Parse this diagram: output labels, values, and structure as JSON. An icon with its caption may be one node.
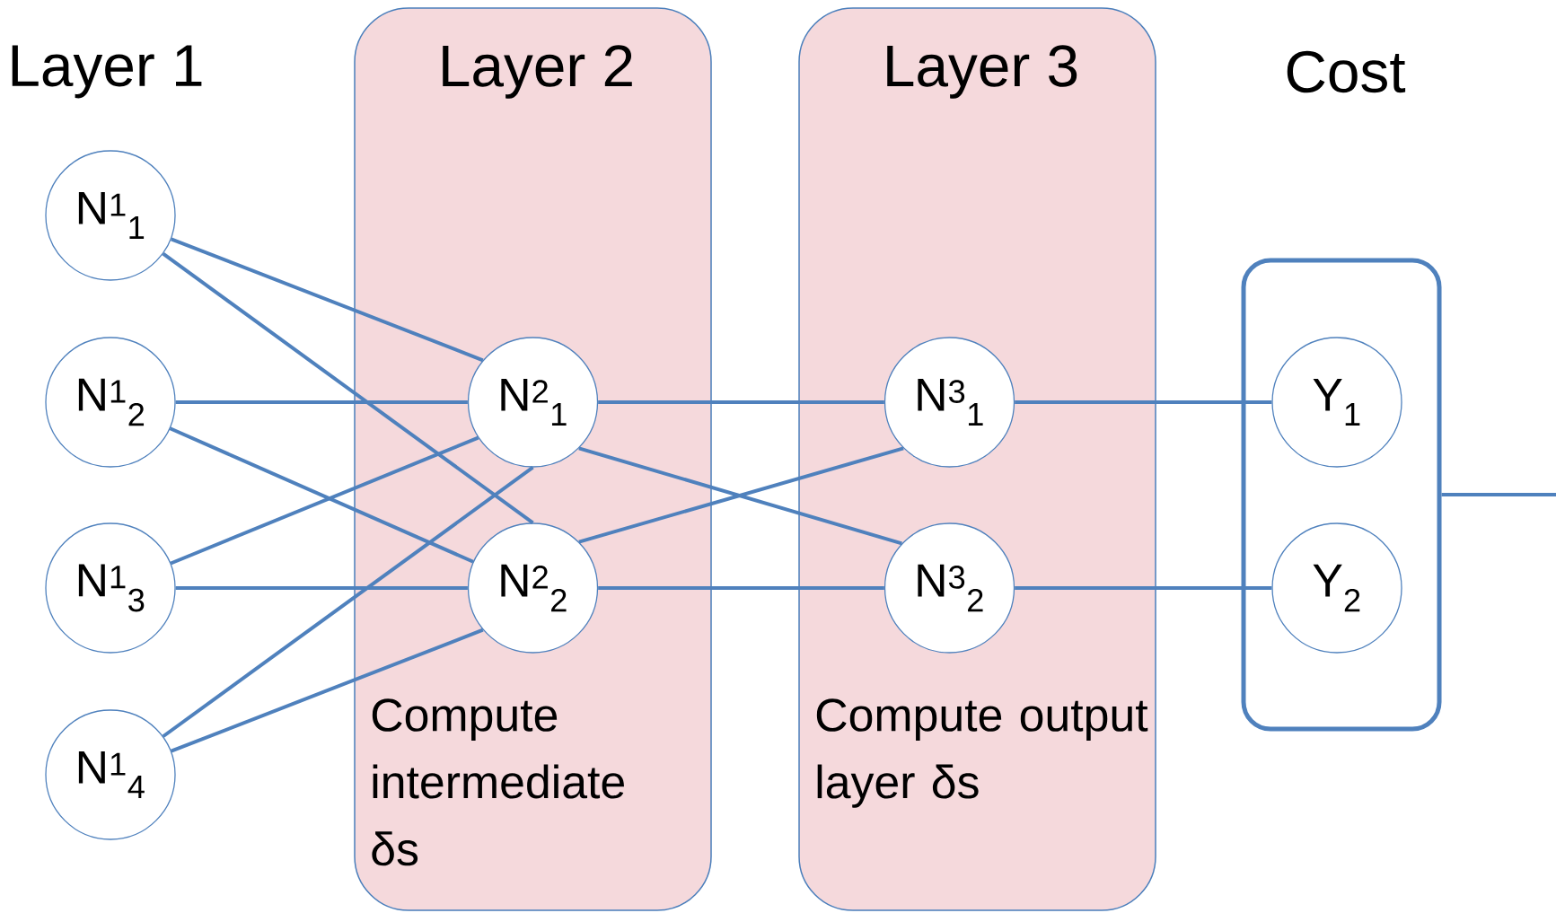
{
  "diagram": {
    "nodes": [
      {
        "text": [
          "Layer 2",
          "Compute intermediate δs"
        ]
      },
      {
        "text": [
          "Layer 3",
          "Compute output layer δs"
        ]
      },
      {
        "text": [
          "Cost"
        ]
      },
      {
        "text": [
          "N$^{1}$$_{1}$"
        ]
      },
      {
        "text": [
          "N$^{1}$$_{2}$"
        ]
      },
      {
        "text": [
          "N$^{1}$$_{3}$"
        ]
      },
      {
        "text": [
          "N$^{1}$$_{4}$"
        ]
      },
      {
        "text": [
          "N$^{2}$$_{1}$"
        ],
        "in": 0
      },
      {
        "text": [
          "N$^{2}$$_{2}$"
        ],
        "in": 0
      },
      {
        "text": [
          "N$^{3}$$_{1}$"
        ],
        "in": 1
      },
      {
        "text": [
          "N$^{3}$$_{2}$"
        ],
        "in": 1
      },
      {
        "text": [
          "Y$_{1}$"
        ],
        "in": 2
      },
      {
        "text": [
          "Y$_{2}$"
        ],
        "in": 2
      }
    ],
    "edges": [
      {
        "from": 3,
        "to": 7,
        "arrow": "none"
      },
      {
        "from": 3,
        "to": 8,
        "arrow": "none"
      },
      {
        "from": 4,
        "to": 7,
        "arrow": "none"
      },
      {
        "from": 4,
        "to": 8,
        "arrow": "none"
      },
      {
        "from": 5,
        "to": 7,
        "arrow": "none"
      },
      {
        "from": 5,
        "to": 8,
        "arrow": "none"
      },
      {
        "from": 6,
        "to": 7,
        "arrow": "none"
      },
      {
        "from": 6,
        "to": 8,
        "arrow": "none"
      },
      {
        "from": 7,
        "to": 9,
        "arrow": "none"
      },
      {
        "from": 7,
        "to": 10,
        "arrow": "none"
      },
      {
        "from": 8,
        "to": 9,
        "arrow": "none"
      },
      {
        "from": 8,
        "to": 10,
        "arrow": "none"
      },
      {
        "from": 9,
        "to": 11,
        "arrow": "none"
      },
      {
        "from": 10,
        "to": 12,
        "arrow": "none"
      },
      {
        "from": 2,
        "to": null,
        "arrow": "none"
      }
    ],
    "labels": [
      "Layer 1"
    ]
  }
}
